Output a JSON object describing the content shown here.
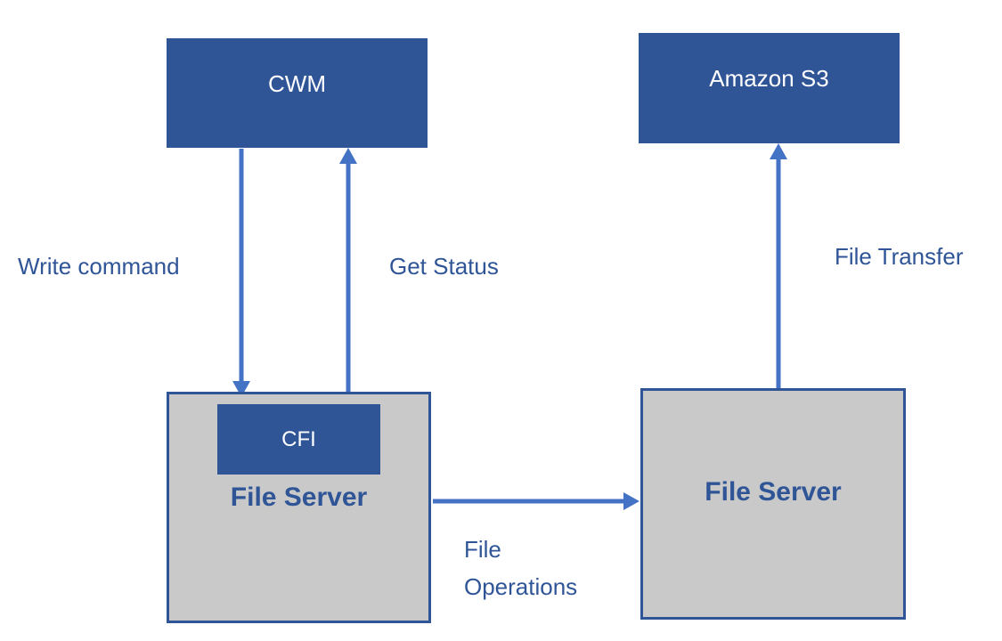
{
  "colors": {
    "dark_blue": "#2F5597",
    "arrow_blue": "#4472C4",
    "gray_fill": "#C9C9C9",
    "white_text": "#FFFFFF"
  },
  "nodes": {
    "cwm": {
      "label": "CWM"
    },
    "amazon_s3": {
      "label": "Amazon S3"
    },
    "file_server_left": {
      "label": "File Server"
    },
    "cfi": {
      "label": "CFI",
      "parent": "file_server_left"
    },
    "file_server_right": {
      "label": "File Server"
    }
  },
  "edges": {
    "write_command": {
      "label": "Write command",
      "from": "cwm",
      "to": "file_server_left",
      "direction": "down"
    },
    "get_status": {
      "label": "Get Status",
      "from": "file_server_left",
      "to": "cwm",
      "direction": "up"
    },
    "file_transfer": {
      "label": "File Transfer",
      "from": "file_server_right",
      "to": "amazon_s3",
      "direction": "up"
    },
    "file_operations": {
      "label": "File Operations",
      "from": "file_server_left",
      "to": "file_server_right",
      "direction": "right"
    }
  }
}
